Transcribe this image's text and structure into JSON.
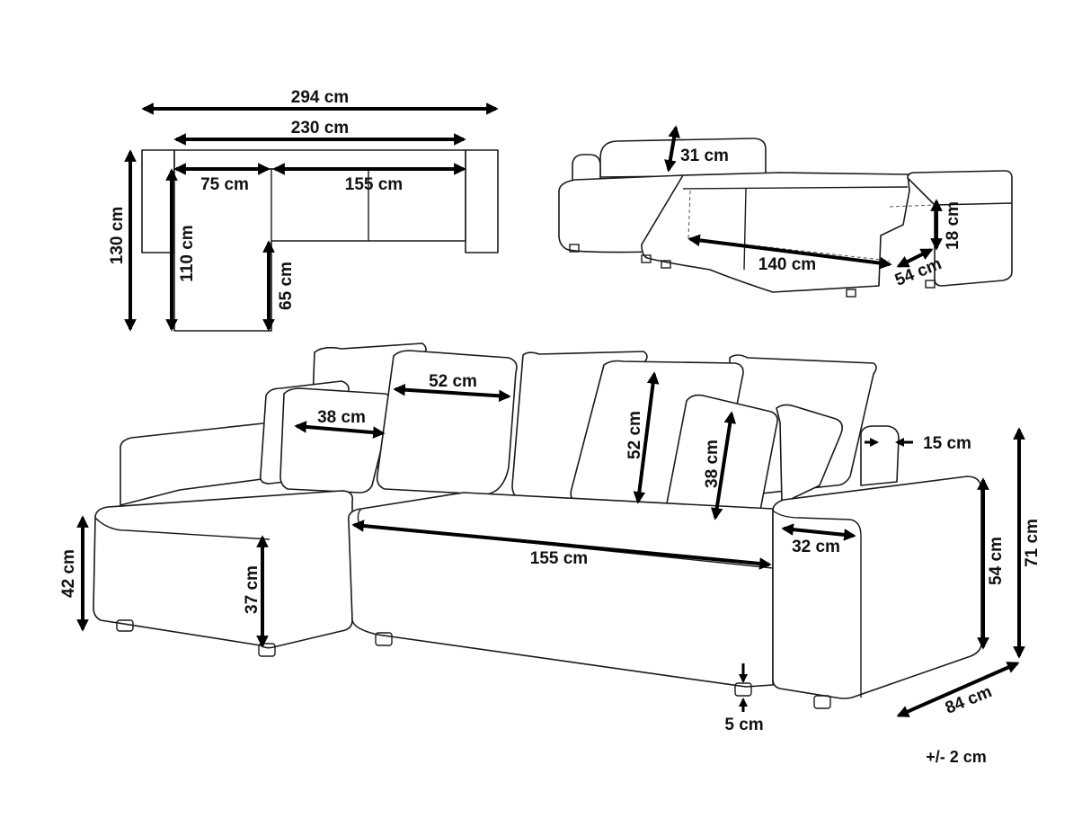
{
  "dimensions": {
    "total_width": "294 cm",
    "sofa_width": "230 cm",
    "chaise_width": "75 cm",
    "seat_width_top": "155 cm",
    "total_depth": "130 cm",
    "chaise_depth": "110 cm",
    "seat_depth": "65 cm",
    "backrest_height": "31 cm",
    "bed_length": "140 cm",
    "bed_width": "54 cm",
    "bed_height": "18 cm",
    "cushion_large_a": "52 cm",
    "cushion_small_a": "38 cm",
    "cushion_large_b": "52 cm",
    "cushion_small_b": "38 cm",
    "backrest_thickness": "15 cm",
    "seat_width_front": "155 cm",
    "armrest_width": "32 cm",
    "seat_height": "42 cm",
    "chaise_height": "37 cm",
    "armrest_height": "54 cm",
    "total_height": "71 cm",
    "leg_height": "5 cm",
    "total_depth_front": "84 cm"
  },
  "tolerance": "+/- 2 cm"
}
